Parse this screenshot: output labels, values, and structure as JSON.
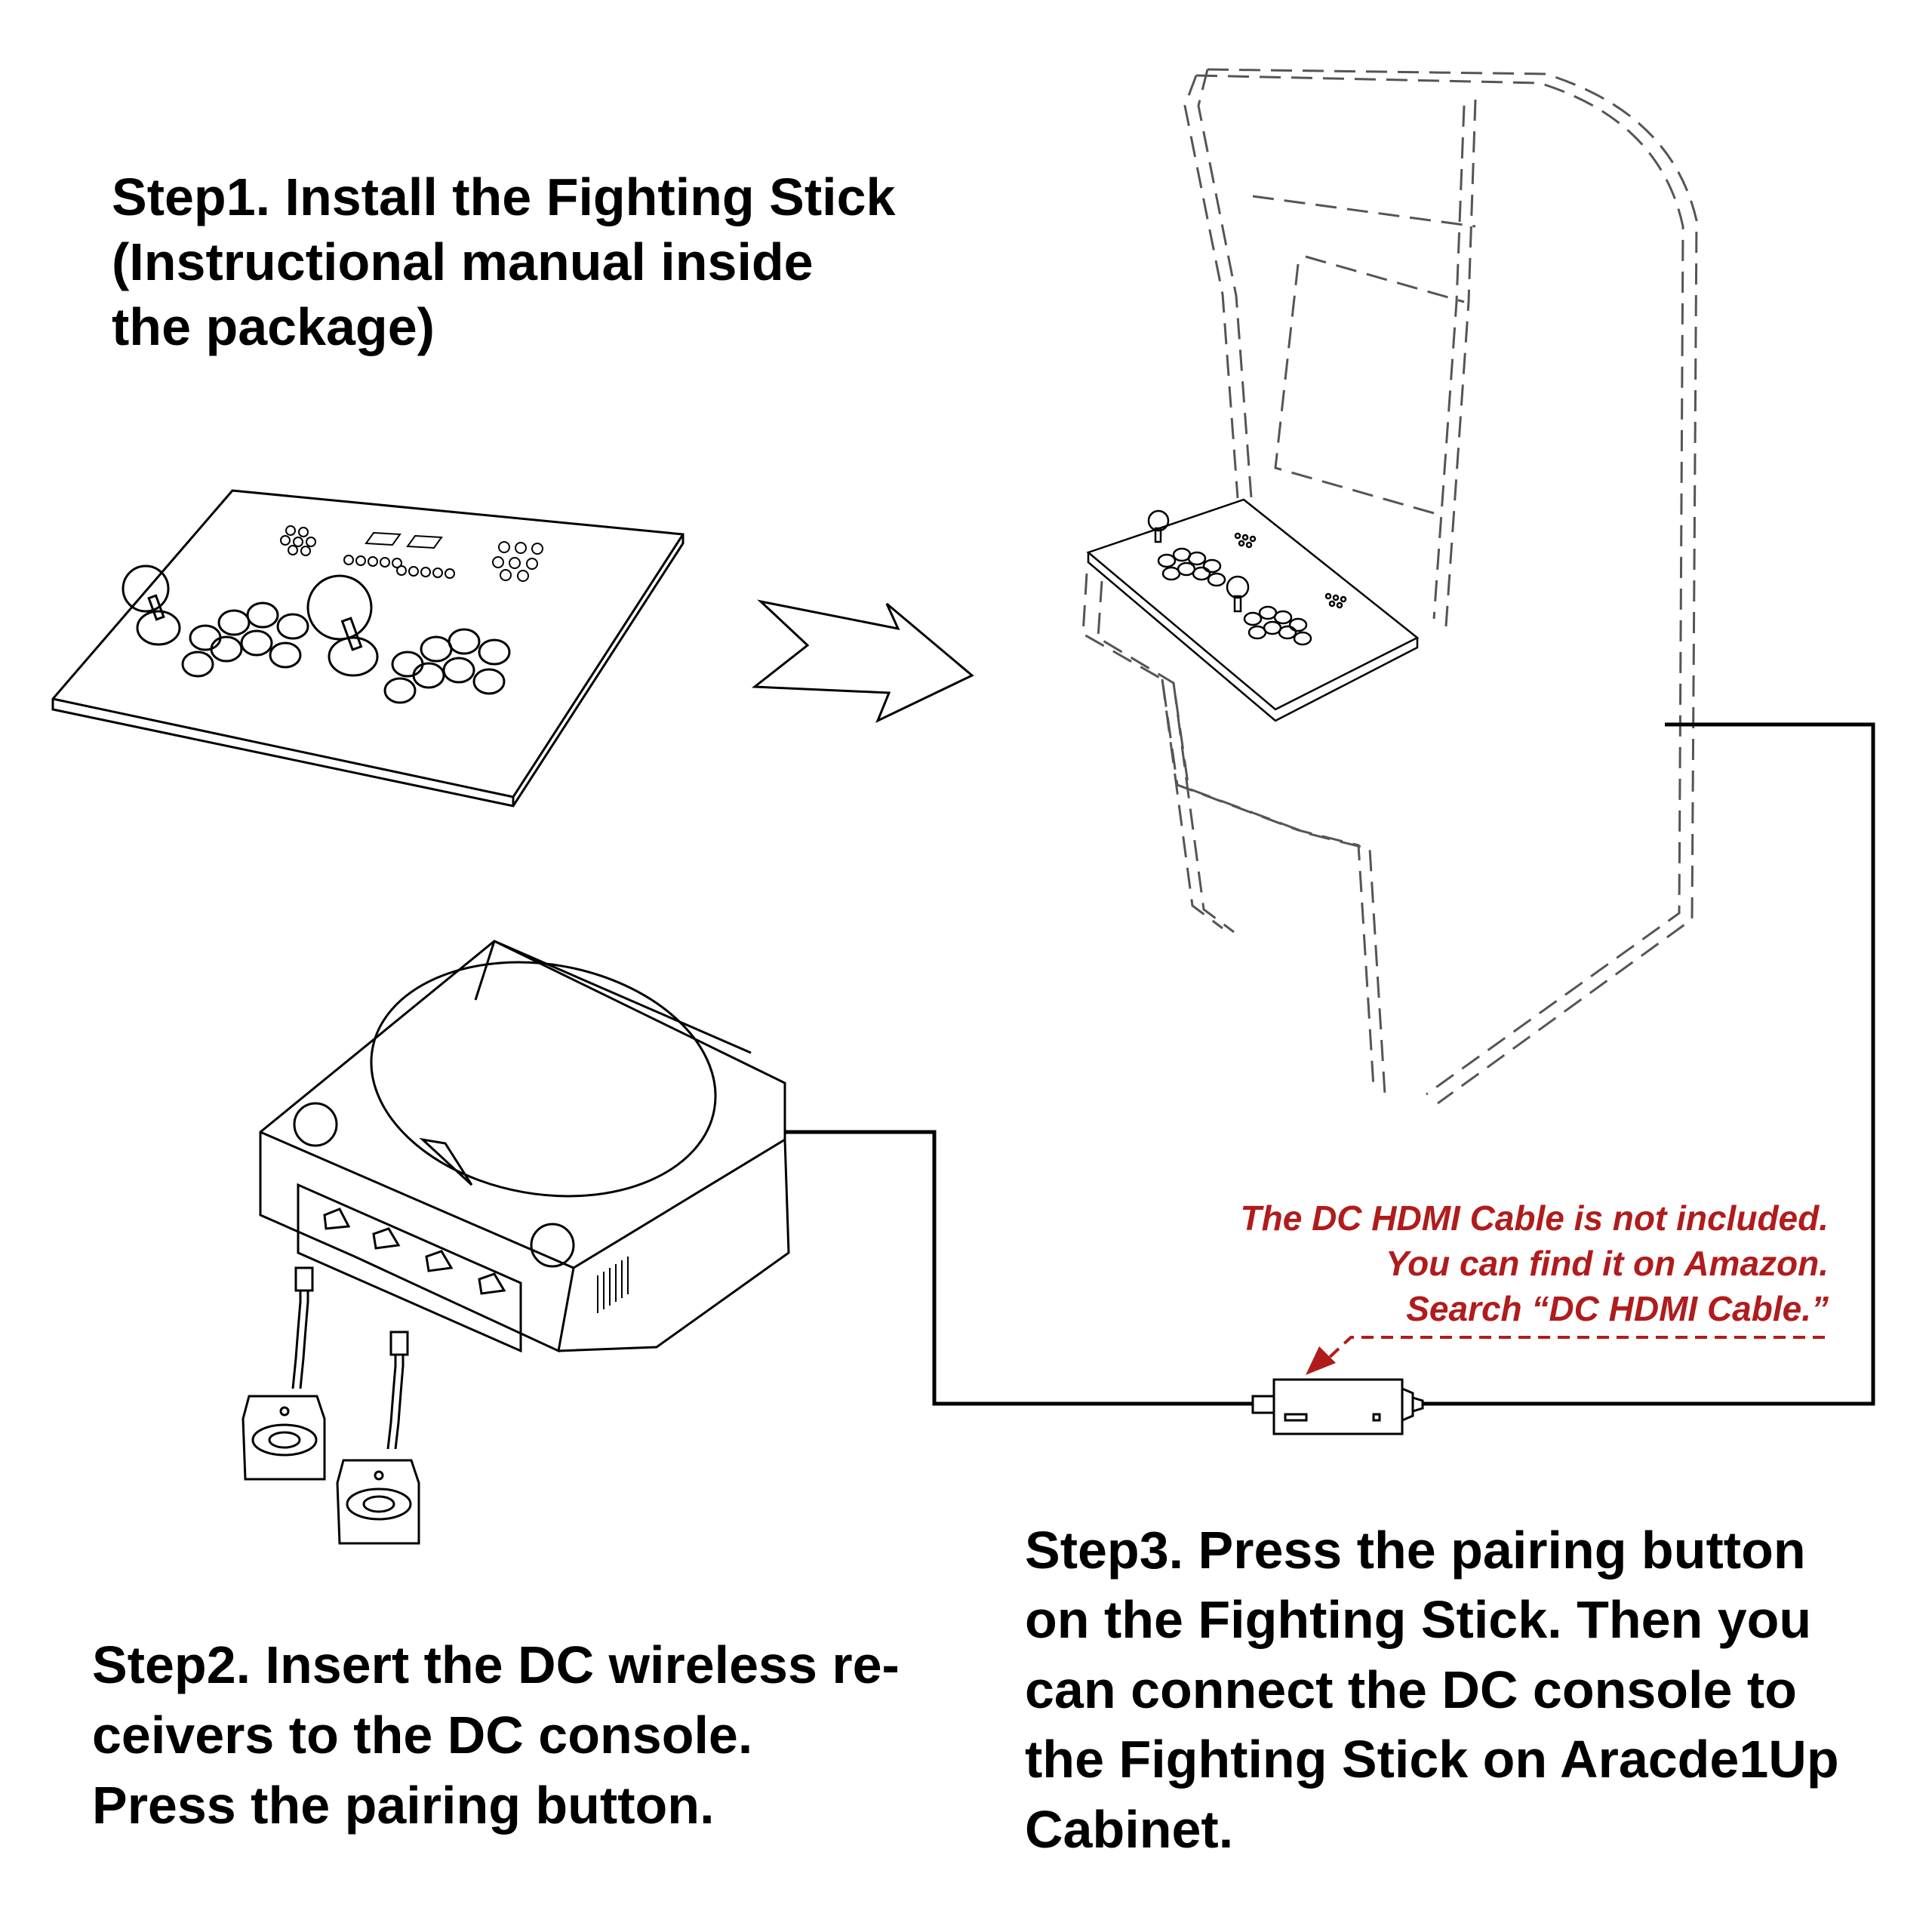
{
  "steps": {
    "step1": "Step1. Install the Fighting Stick\n(Instructional manual inside\nthe package)",
    "step2": "Step2. Insert the DC wireless re-\nceivers to the DC console.\nPress the pairing button.",
    "step3": "Step3. Press the pairing button\non the Fighting Stick. Then you\ncan connect the DC console to\nthe Fighting Stick on Aracde1Up\nCabinet."
  },
  "note": {
    "text": "The DC HDMI Cable is not included.\nYou can find it on Amazon.\nSearch “DC HDMI Cable.”",
    "color": "#b01c1c"
  },
  "colors": {
    "line": "#000000",
    "dashed": "#555555",
    "background": "#ffffff"
  },
  "icons": [
    "fighting-stick-icon",
    "arrow-right-icon",
    "arcade-cabinet-icon",
    "dc-console-icon",
    "wireless-receiver-icon",
    "hdmi-adapter-icon"
  ]
}
